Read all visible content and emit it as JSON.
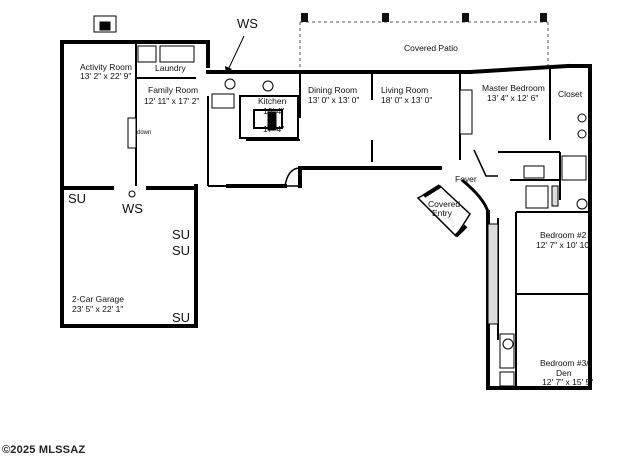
{
  "floorplan": {
    "rooms": {
      "activity_room": {
        "name": "Activity Room",
        "dims": "13' 2\" x 22' 9\""
      },
      "laundry": {
        "name": "Laundry"
      },
      "family_room": {
        "name": "Family Room",
        "dims": "12' 11\" x 17' 2\""
      },
      "kitchen": {
        "name": "Kitchen",
        "dims_line1": "10' 4\"",
        "dims_line2": "x",
        "dims_line3": "17' 4\""
      },
      "dining_room": {
        "name": "Dining Room",
        "dims": "13' 0\" x 13' 0\""
      },
      "living_room": {
        "name": "Living Room",
        "dims": "18' 0\" x 13' 0\""
      },
      "covered_patio": {
        "name": "Covered Patio"
      },
      "master_bedroom": {
        "name": "Master Bedroom",
        "dims": "13' 4\" x 12' 6\""
      },
      "closet": {
        "name": "Closet"
      },
      "foyer": {
        "name": "Foyer"
      },
      "covered_entry": {
        "name_line1": "Covered",
        "name_line2": "Entry"
      },
      "bedroom2": {
        "name": "Bedroom #2",
        "dims": "12' 7\" x 10' 10\""
      },
      "bedroom3": {
        "name_line1": "Bedroom #3/",
        "name_line2": "Den",
        "dims": "12' 7\" x 15' 5\""
      },
      "garage": {
        "name": "2-Car Garage",
        "dims": "23' 5\" x 22' 1\""
      }
    },
    "stair_label": "down",
    "annotations": {
      "ws": "WS",
      "su": "SU"
    },
    "copyright": "©2025 MLSSAZ"
  }
}
